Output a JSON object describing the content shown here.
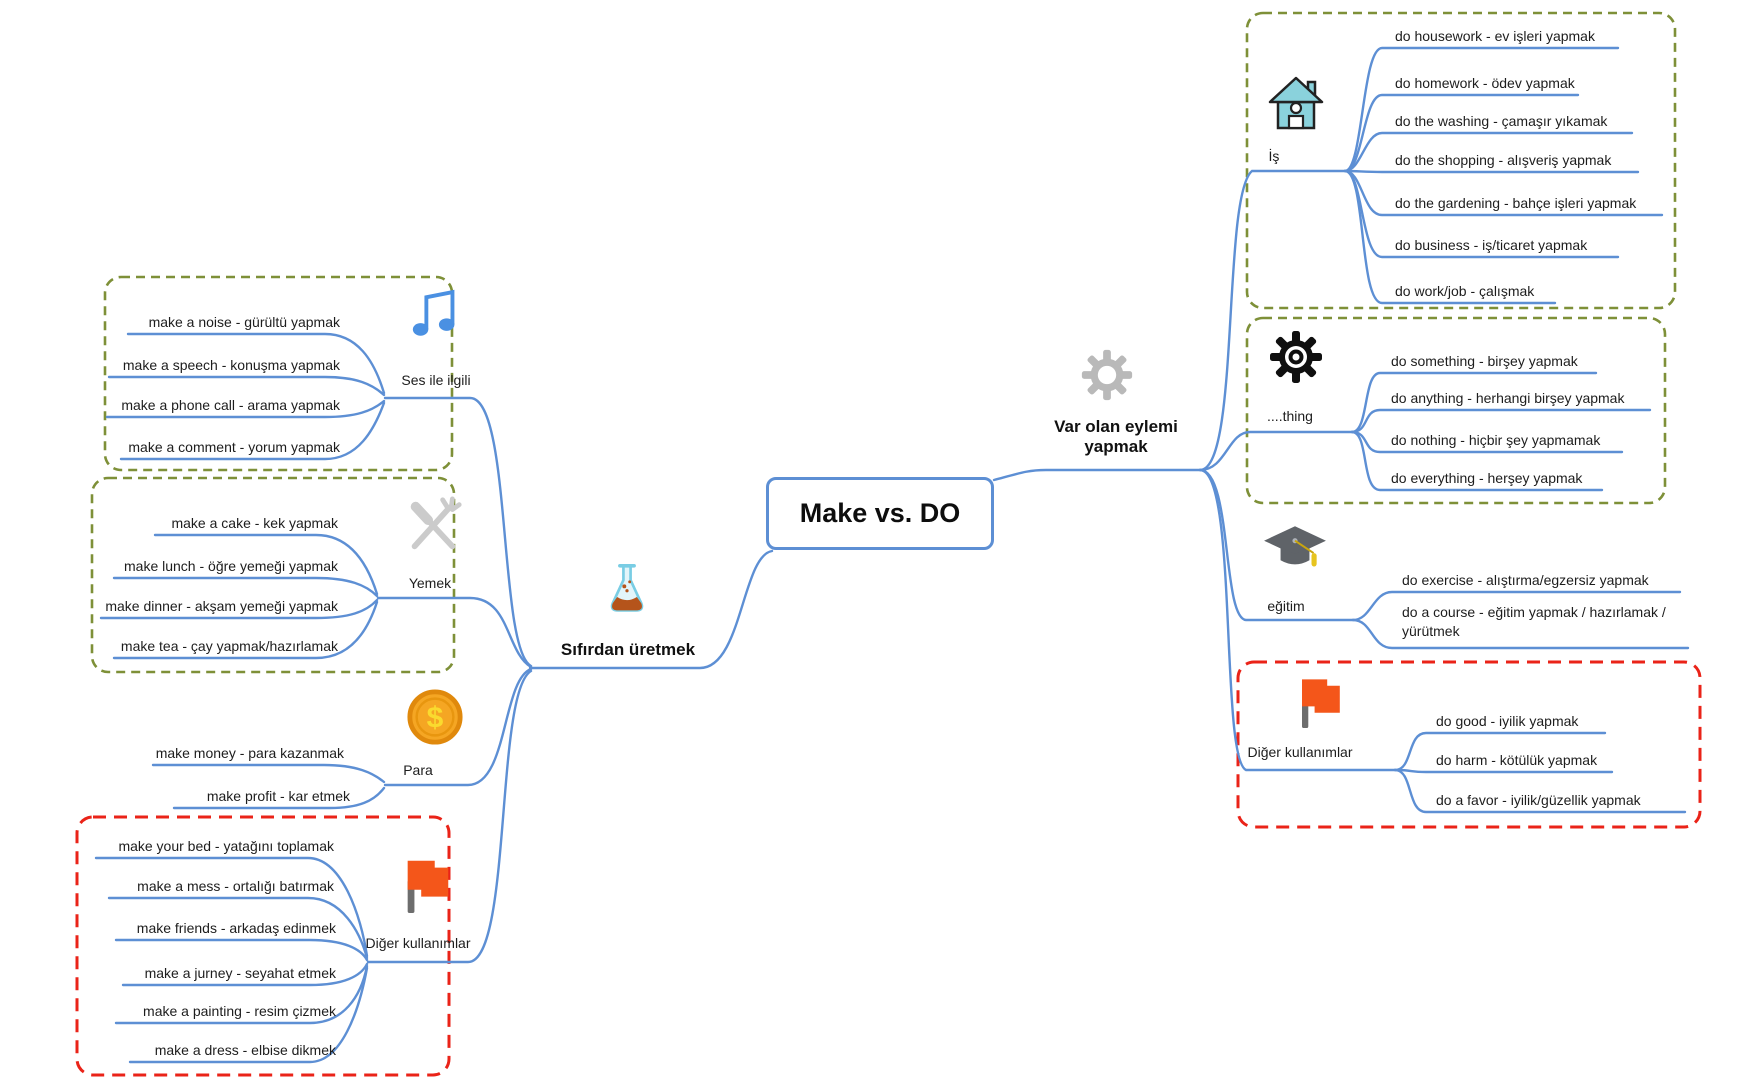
{
  "title": "Make vs. DO",
  "left": {
    "label": "Sıfırdan üretmek",
    "groups": [
      {
        "label": "Ses ile ilgili",
        "items": [
          "make a noise - gürültü yapmak",
          "make a speech - konuşma yapmak",
          "make a phone call - arama yapmak",
          "make a comment - yorum yapmak"
        ]
      },
      {
        "label": "Yemek",
        "items": [
          "make a cake - kek yapmak",
          "make lunch - öğre yemeği yapmak",
          "make dinner - akşam yemeği yapmak",
          "make tea - çay yapmak/hazırlamak"
        ]
      },
      {
        "label": "Para",
        "items": [
          "make money - para kazanmak",
          "make profit - kar etmek"
        ]
      },
      {
        "label": "Diğer kullanımlar",
        "items": [
          "make your bed - yatağını toplamak",
          "make a mess - ortalığı batırmak",
          "make friends - arkadaş edinmek",
          "make a jurney - seyahat etmek",
          "make a painting - resim çizmek",
          "make a dress - elbise dikmek"
        ]
      }
    ]
  },
  "right": {
    "label": "Var olan eylemi yapmak",
    "groups": [
      {
        "label": "İş",
        "items": [
          "do housework - ev işleri yapmak",
          "do homework - ödev yapmak",
          "do the washing - çamaşır yıkamak",
          "do the shopping - alışveriş yapmak",
          "do the gardening - bahçe işleri yapmak",
          "do business - iş/ticaret yapmak",
          "do work/job - çalışmak"
        ]
      },
      {
        "label": "....thing",
        "items": [
          "do something - birşey yapmak",
          "do anything - herhangi birşey yapmak",
          "do nothing - hiçbir şey yapmamak",
          "do everything - herşey yapmak"
        ]
      },
      {
        "label": "eğitim",
        "items": [
          "do exercise - alıştırma/egzersiz yapmak",
          "do a course - eğitim yapmak / hazırlamak / yürütmek"
        ]
      },
      {
        "label": "Diğer kullanımlar",
        "items": [
          "do good - iyilik yapmak",
          "do harm - kötülük yapmak",
          "do a favor - iyilik/güzellik yapmak"
        ]
      }
    ]
  },
  "colors": {
    "connector": "#5d8fd4",
    "green_box": "#7e9038",
    "red_box": "#ea2318",
    "flag_orange": "#f4561a",
    "house_teal": "#8ad2dc",
    "note_blue": "#4a90e2",
    "coin_orange": "#f5a623"
  },
  "icons": {
    "left_branch": "flask-icon",
    "right_branch": "gear-icon",
    "ses": "music-note-icon",
    "yemek": "fork-knife-icon",
    "para": "coin-icon",
    "diger_left": "flag-icon",
    "is": "house-icon",
    "thing": "gear-icon",
    "egitim": "graduation-cap-icon",
    "diger_right": "flag-icon"
  }
}
